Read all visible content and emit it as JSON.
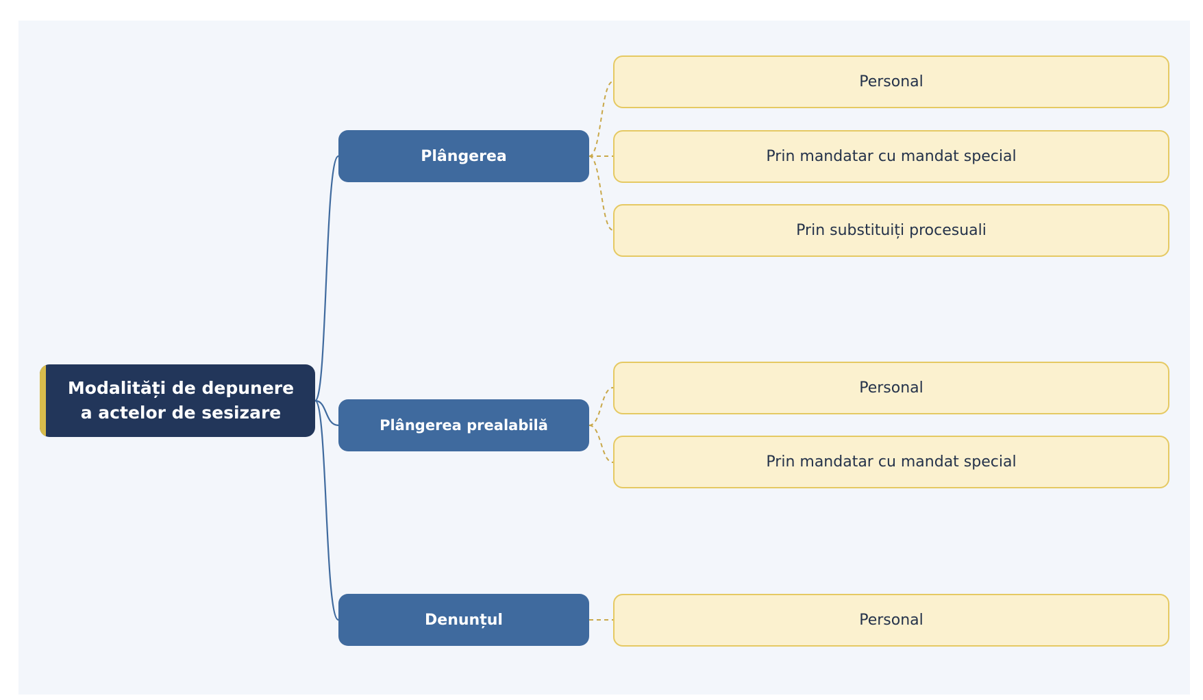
{
  "colors": {
    "root_fill": "#22365a",
    "root_accent": "#d8bc4c",
    "branch_fill": "#3f6a9e",
    "leaf_fill": "#fbf1cf",
    "leaf_border": "#e5c962",
    "branch_connector": "#3f6a9e",
    "leaf_connector": "#c9a84a",
    "background": "#f3f6fb"
  },
  "root": {
    "label_line1": "Modalități de depunere",
    "label_line2": "a actelor de sesizare"
  },
  "branches": [
    {
      "label": "Plângerea",
      "leaves": [
        "Personal",
        "Prin mandatar cu mandat special",
        "Prin substituiți procesuali"
      ]
    },
    {
      "label": "Plângerea prealabilă",
      "leaves": [
        "Personal",
        "Prin mandatar cu mandat special"
      ]
    },
    {
      "label": "Denunțul",
      "leaves": [
        "Personal"
      ]
    }
  ]
}
